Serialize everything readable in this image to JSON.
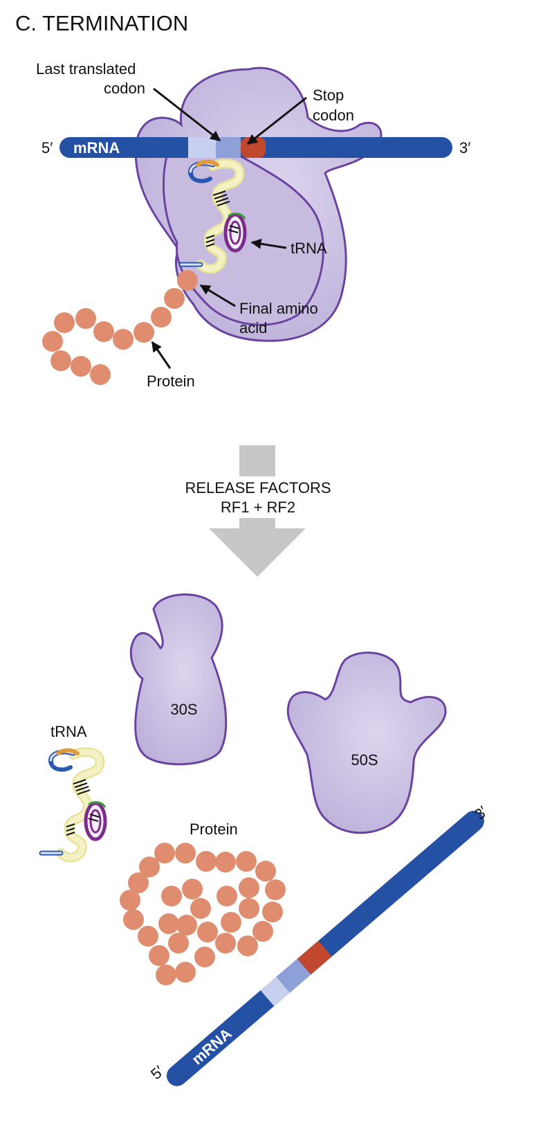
{
  "title": "C. TERMINATION",
  "step_top": {
    "mrna_label": "mRNA",
    "five_prime": "5′",
    "three_prime": "3′",
    "last_codon_line1": "Last translated",
    "last_codon_line2": "codon",
    "stop_codon_line1": "Stop",
    "stop_codon_line2": "codon",
    "trna_label": "tRNA",
    "final_aa_line1": "Final amino",
    "final_aa_line2": "acid",
    "protein_label": "Protein"
  },
  "transition": {
    "line1": "RELEASE FACTORS",
    "line2": "RF1 + RF2"
  },
  "step_bottom": {
    "small_subunit": "30S",
    "large_subunit": "50S",
    "trna_label": "tRNA",
    "protein_label": "Protein",
    "mrna_label": "mRNA",
    "five_prime": "5′",
    "three_prime": "3′"
  },
  "colors": {
    "ribosome_fill": "#cbc1e2",
    "ribosome_stroke": "#6a43a0",
    "mrna": "#2451a3",
    "stop_codon": "#c2472f",
    "last_codon": "#8ea0d8",
    "codon_light": "#c7d0ee",
    "amino_acid": "#df8d6e",
    "trna": "#f2f0b0",
    "arrow_gray": "#c7c7c7"
  }
}
